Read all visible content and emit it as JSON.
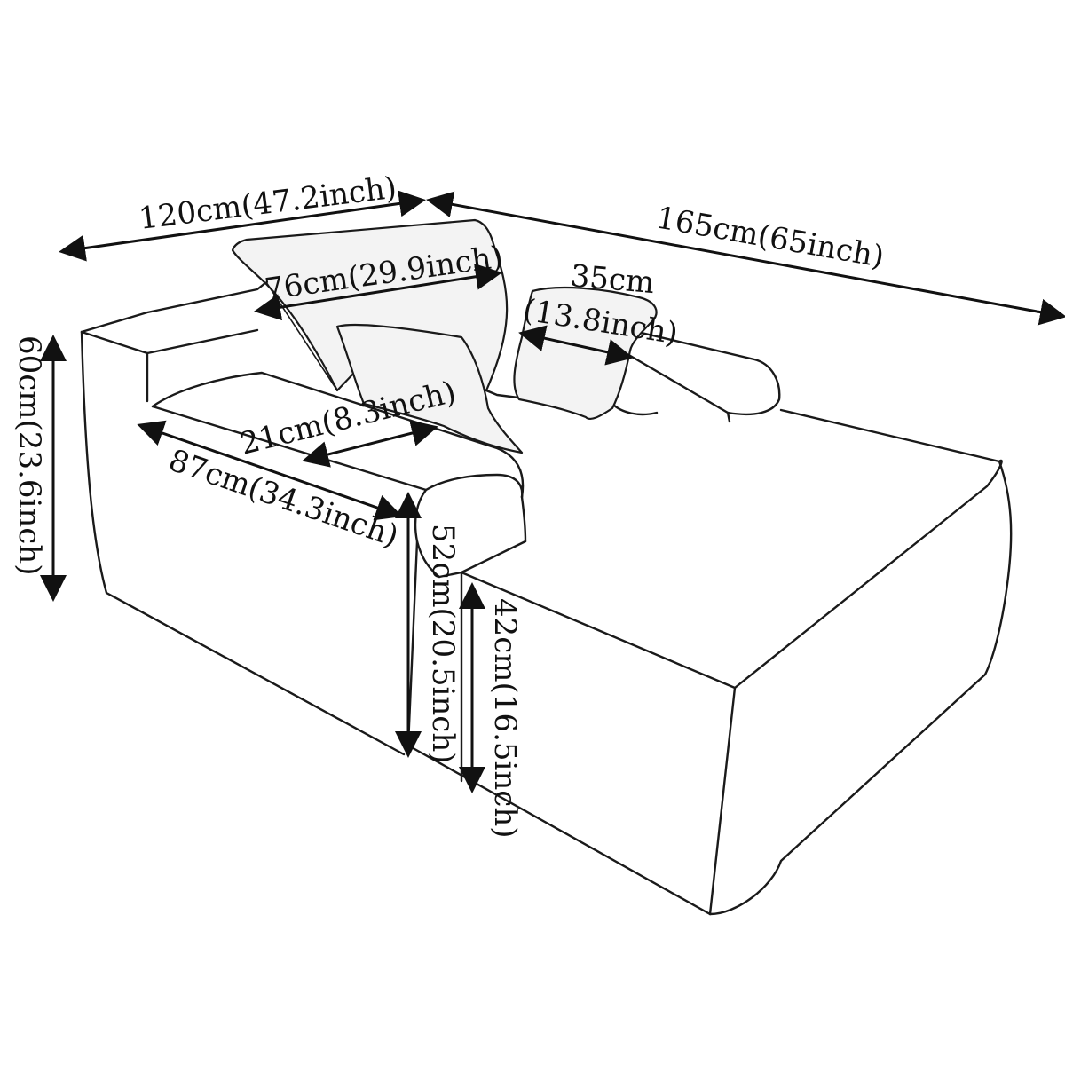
{
  "dimensions": {
    "width_top": "120cm(47.2inch)",
    "depth_right": "165cm(65inch)",
    "backrest_cushion": "76cm(29.9inch)",
    "pillow_width_cm": "35cm",
    "pillow_width_inch": "(13.8inch)",
    "arm_width": "21cm(8.3inch)",
    "seat_depth": "87cm(34.3inch)",
    "total_height": "60cm(23.6inch)",
    "arm_height": "52cm(20.5inch)",
    "seat_height": "42cm(16.5inch)"
  }
}
